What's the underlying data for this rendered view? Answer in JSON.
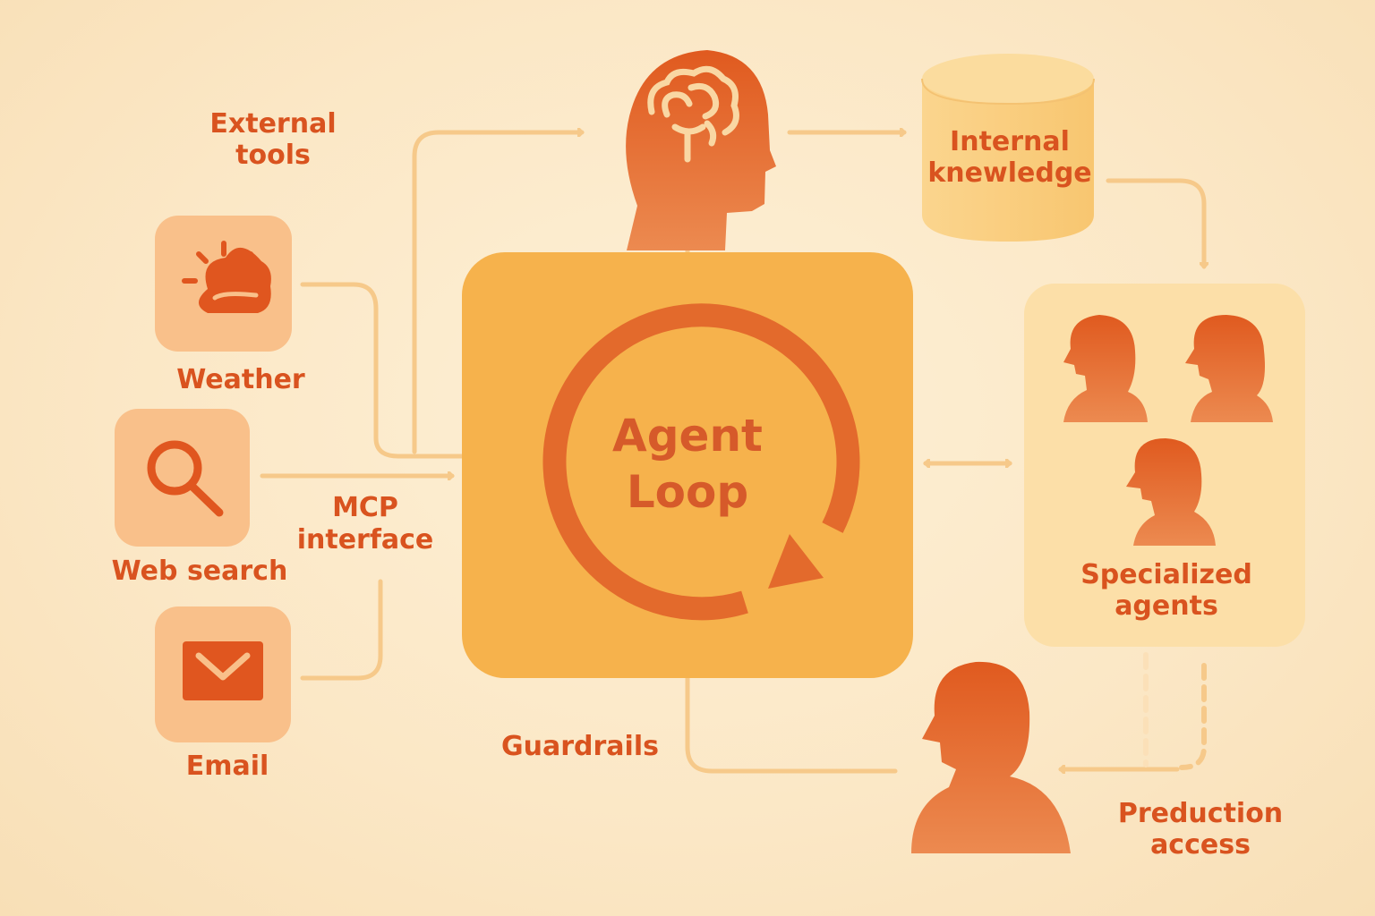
{
  "labels": {
    "external_tools": "External\ntools",
    "weather": "Weather",
    "web_search": "Web search",
    "email": "Email",
    "mcp_interface": "MCP\ninterface",
    "agent_loop": "Agent\nLoop",
    "internal_knowledge": "Internal\nknewledge",
    "specialized_agents": "Specialized\nagents",
    "guardrails": "Guardrails",
    "production_access": "Preduction\naccess"
  },
  "colors": {
    "background": "#fbe7c5",
    "accent": "#d9531f",
    "core_box": "#f6b24c",
    "tool_tile": "#f9c08a",
    "panel": "#fcdfa8",
    "arrow": "#f6c98a",
    "figure": "#df5a22"
  },
  "icons": [
    "weather-icon",
    "search-icon",
    "email-icon",
    "brain-icon",
    "database-icon",
    "cycle-arrow-icon",
    "person-icon"
  ]
}
